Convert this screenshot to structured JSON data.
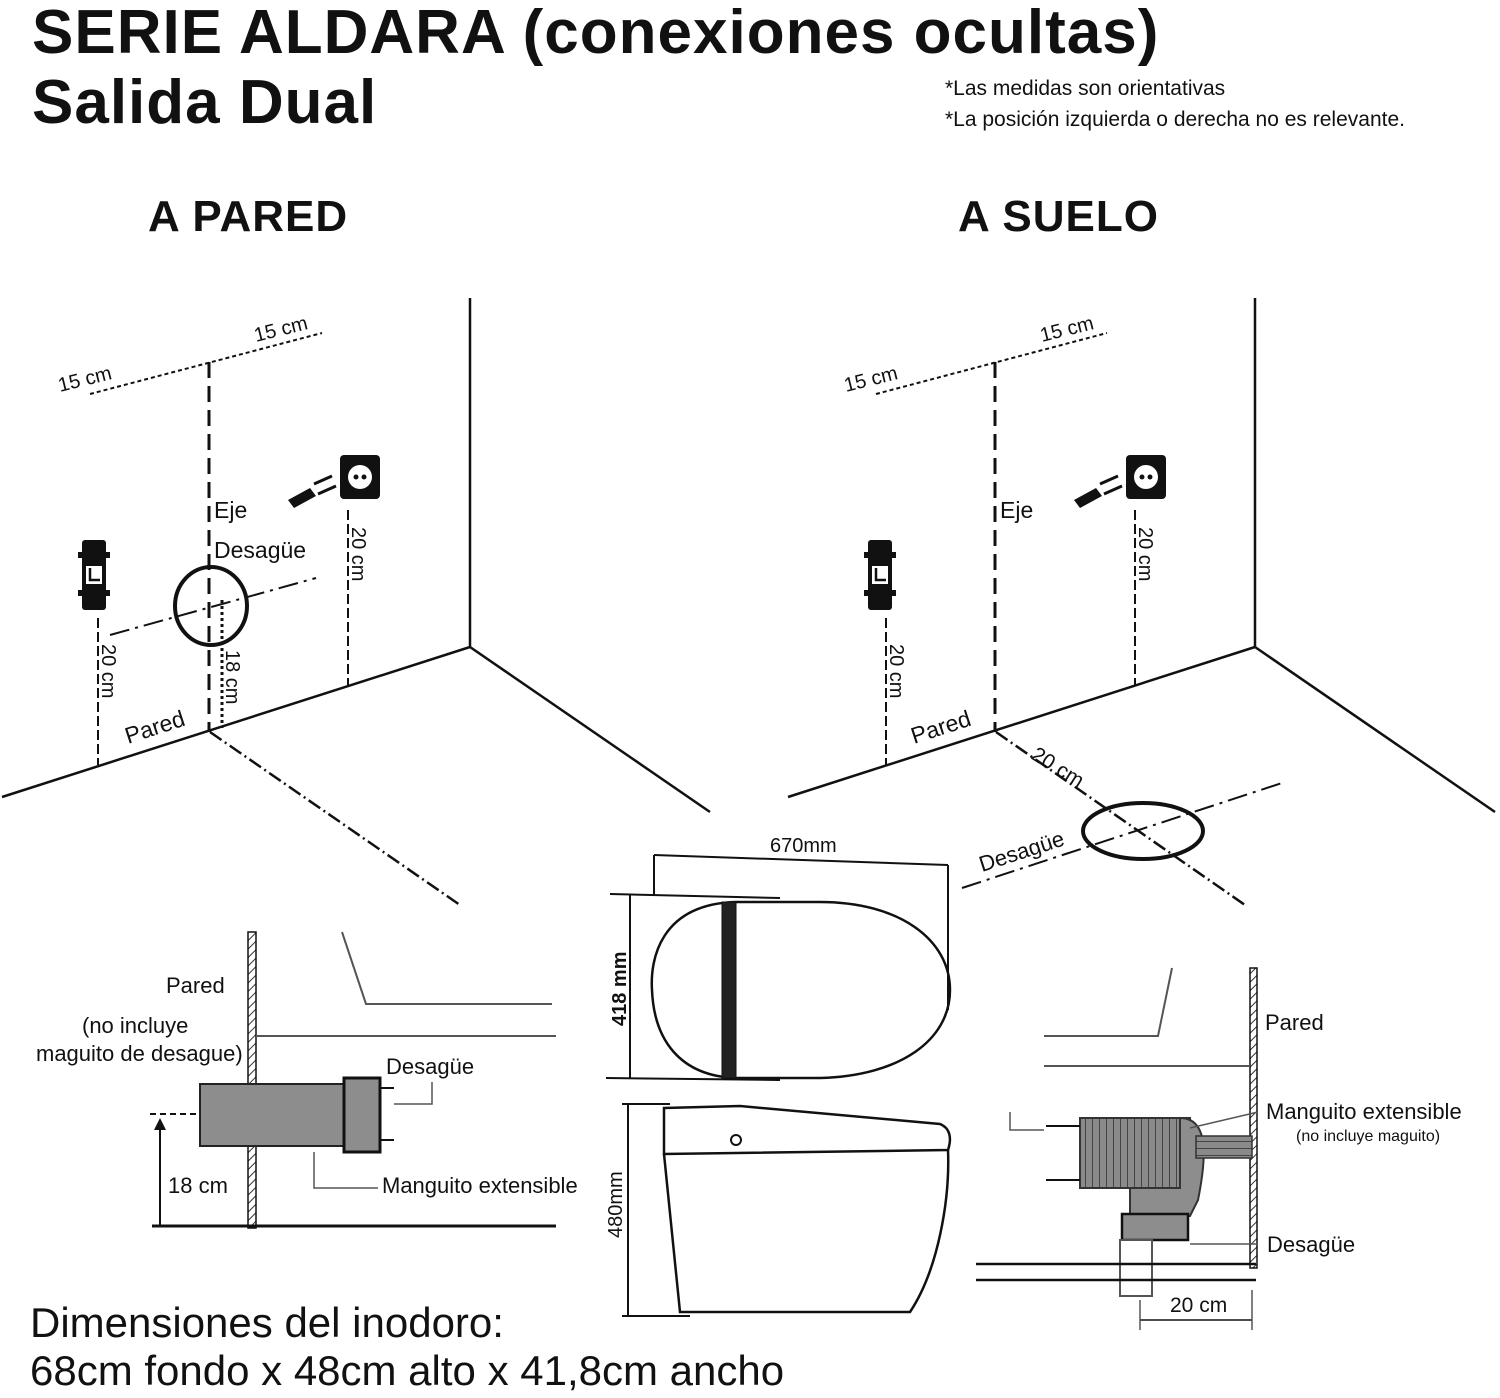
{
  "header": {
    "title_line1": "SERIE ALDARA (conexiones ocultas)",
    "title_line2": "Salida Dual",
    "note1": "*Las medidas son orientativas",
    "note2": "*La posición izquierda o derecha no es relevante."
  },
  "wall_section": {
    "title": "A PARED",
    "dim_top_left": "15 cm",
    "dim_top_right": "15 cm",
    "eje": "Eje",
    "desague": "Desagüe",
    "dim_socket": "20 cm",
    "dim_water": "20 cm",
    "dim_drain": "18 cm",
    "pared": "Pared"
  },
  "floor_section": {
    "title": "A SUELO",
    "dim_top_left": "15 cm",
    "dim_top_right": "15 cm",
    "eje": "Eje",
    "dim_socket": "20 cm",
    "dim_water": "20 cm",
    "pared": "Pared",
    "dim_floor": "20 cm",
    "desague": "Desagüe"
  },
  "wall_detail": {
    "pared": "Pared",
    "note_line1": "(no incluye",
    "note_line2": "maguito de desague)",
    "desague": "Desagüe",
    "dim": "18 cm",
    "manguito": "Manguito extensible"
  },
  "toilet_views": {
    "width": "670mm",
    "depth": "418 mm",
    "height": "480mm"
  },
  "floor_detail": {
    "pared": "Pared",
    "manguito": "Manguito extensible",
    "note": "(no incluye maguito)",
    "desague": "Desagüe",
    "dim": "20 cm"
  },
  "footer": {
    "line1": "Dimensiones del inodoro:",
    "line2": "68cm fondo x 48cm alto x 41,8cm ancho"
  }
}
